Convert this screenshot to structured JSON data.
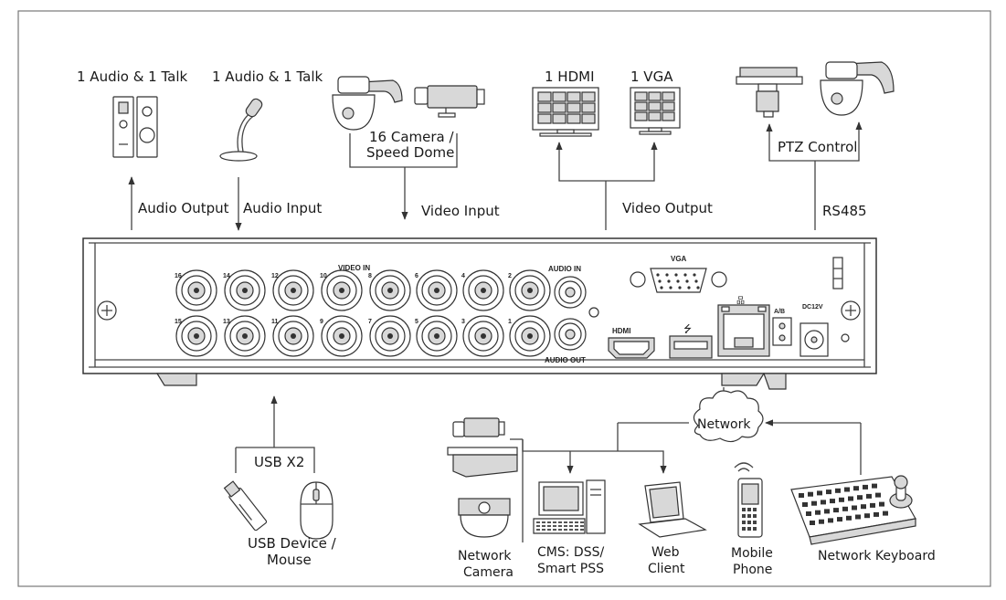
{
  "labels": {
    "audio_talk_left": "1 Audio  & 1 Talk",
    "audio_talk_right": "1 Audio & 1 Talk",
    "camera_line1": "16  Camera /",
    "camera_line2": "Speed Dome",
    "hdmi": "1 HDMI",
    "vga": "1 VGA",
    "ptz_control": "PTZ Control",
    "audio_output": "Audio  Output",
    "audio_input": "Audio  Input",
    "video_input": "Video Input",
    "video_output": "Video Output",
    "rs485": "RS485",
    "usb_x2": "USB X2",
    "usb_device_line1": "USB Device /",
    "usb_device_line2": "Mouse",
    "network": "Network",
    "network_camera_line1": "Network",
    "network_camera_line2": "Camera",
    "cms_line1": "CMS: DSS/",
    "cms_line2": "Smart PSS",
    "web_line1": "Web",
    "web_line2": "Client",
    "mobile_line1": "Mobile",
    "mobile_line2": "Phone",
    "network_keyboard": "Network Keyboard"
  },
  "panel": {
    "video_in": "VIDEO IN",
    "audio_in": "AUDIO IN",
    "audio_out": "AUDIO OUT",
    "vga": "VGA",
    "hdmi": "HDMI",
    "ab": "A/B",
    "dc12v": "DC12V",
    "top_row_numbers": [
      "16",
      "14",
      "12",
      "10",
      "8",
      "6",
      "4",
      "2"
    ],
    "bottom_row_numbers": [
      "15",
      "13",
      "11",
      "9",
      "7",
      "5",
      "3",
      "1"
    ]
  },
  "icons": {
    "speaker": "speaker-icon",
    "microphone": "microphone-icon",
    "speed_dome": "speed-dome-icon",
    "bullet_camera": "bullet-camera-icon",
    "monitor": "monitor-icon",
    "usb_drive": "usb-drive-icon",
    "mouse": "mouse-icon",
    "cloud": "cloud-icon",
    "computer": "computer-icon",
    "laptop": "laptop-icon",
    "phone": "mobile-phone-icon",
    "keyboard": "ptz-keyboard-icon"
  }
}
